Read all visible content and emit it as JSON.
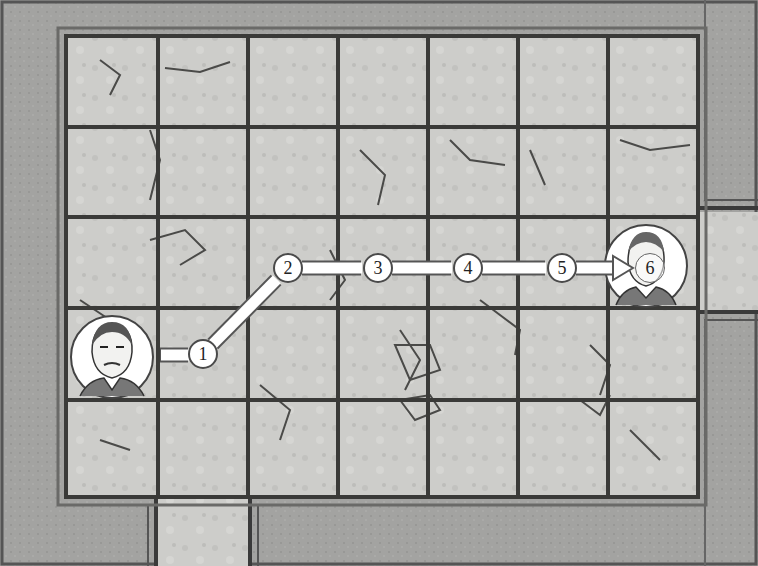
{
  "diagram": {
    "nodes": [
      {
        "text": [
          "1"
        ]
      },
      {
        "text": [
          "2"
        ]
      },
      {
        "text": [
          "3"
        ]
      },
      {
        "text": [
          "4"
        ]
      },
      {
        "text": [
          "5"
        ]
      },
      {
        "text": [
          "6"
        ]
      }
    ],
    "edges": [
      {
        "from": 0,
        "to": 1,
        "arrow": "none"
      },
      {
        "from": 1,
        "to": 2,
        "arrow": "none"
      },
      {
        "from": 2,
        "to": 3,
        "arrow": "none"
      },
      {
        "from": 3,
        "to": 4,
        "arrow": "none"
      },
      {
        "from": 4,
        "to": 5,
        "arrow": "to"
      }
    ]
  }
}
